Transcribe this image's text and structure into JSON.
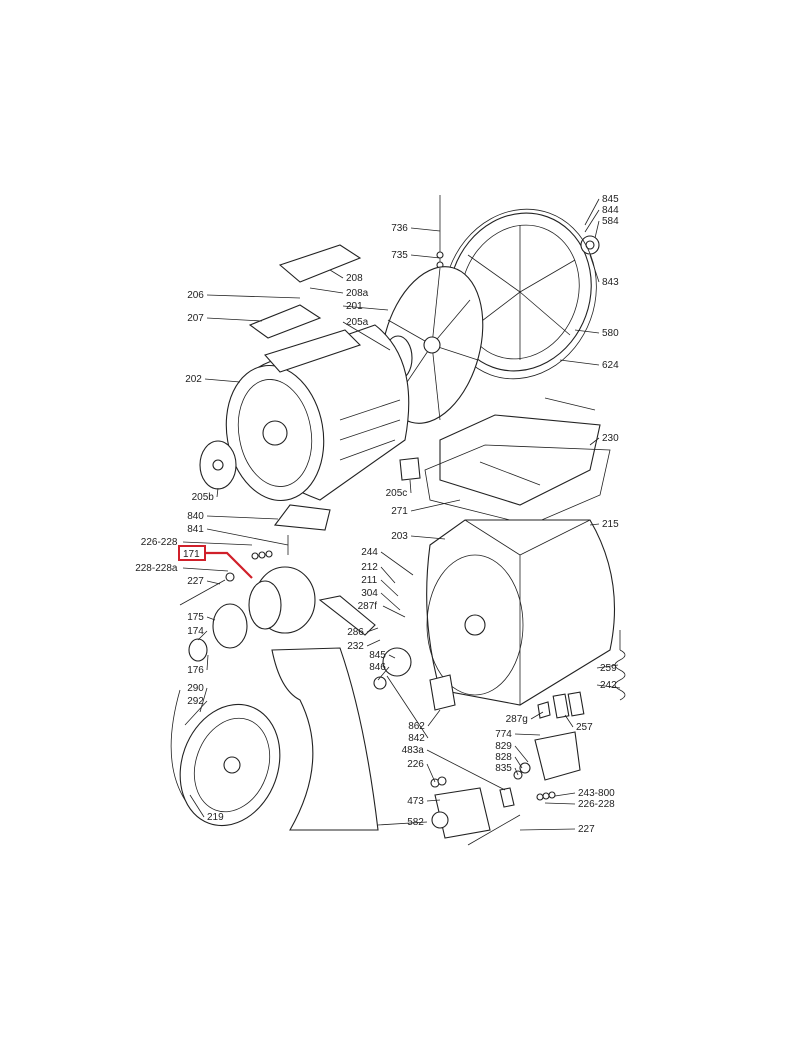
{
  "diagram": {
    "highlight_color": "#d0202a",
    "highlighted_part": "171",
    "labels": [
      "845",
      "844",
      "584",
      "843",
      "580",
      "624",
      "736",
      "735",
      "208",
      "208a",
      "201",
      "205a",
      "206",
      "207",
      "202",
      "230",
      "205b",
      "205c",
      "271",
      "215",
      "840",
      "841",
      "226-228",
      "171",
      "228-228a",
      "227",
      "203",
      "244",
      "212",
      "211",
      "304",
      "287f",
      "175",
      "174",
      "286",
      "232",
      "845",
      "176",
      "846",
      "290",
      "292",
      "259",
      "242",
      "862",
      "842",
      "287g",
      "257",
      "774",
      "483a",
      "829",
      "828",
      "835",
      "226",
      "243-800",
      "226-228",
      "473",
      "582",
      "219",
      "227"
    ]
  }
}
